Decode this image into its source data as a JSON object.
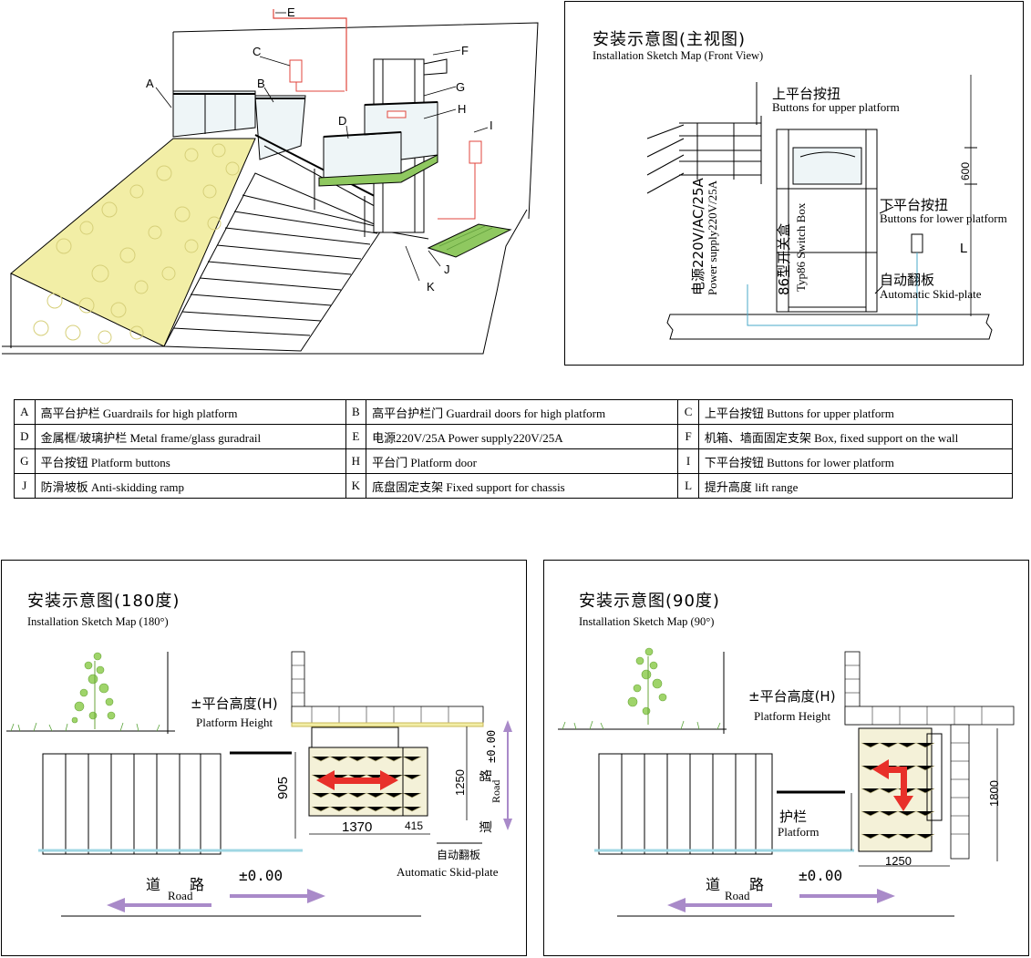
{
  "iso_labels": [
    "A",
    "B",
    "C",
    "D",
    "E",
    "F",
    "G",
    "H",
    "I",
    "J",
    "K"
  ],
  "front_view": {
    "title_cn": "安装示意图(主视图)",
    "title_en": "Installation Sketch Map (Front View)",
    "upper_cn": "上平台按扭",
    "upper_en": "Buttons for upper platform",
    "lower_cn": "下平台按扭",
    "lower_en": "Buttons for lower platform",
    "skid_cn": "自动翻板",
    "skid_en": "Automatic Skid-plate",
    "power_cn": "电源220V/AC/25A",
    "power_en": "Power supply220V/25A",
    "switch_cn": "86型开关盒",
    "switch_en": "Typ86 Switch Box",
    "dim_600": "600",
    "dim_L": "L"
  },
  "legend": [
    [
      {
        "k": "A",
        "v": "高平台护栏 Guardrails for high platform"
      },
      {
        "k": "B",
        "v": "高平台护栏门 Guardrail doors for high platform"
      },
      {
        "k": "C",
        "v": "上平台按钮 Buttons for upper platform"
      }
    ],
    [
      {
        "k": "D",
        "v": "金属框/玻璃护栏 Metal frame/glass guradrail"
      },
      {
        "k": "E",
        "v": "电源220V/25A Power supply220V/25A"
      },
      {
        "k": "F",
        "v": "机箱、墙面固定支架 Box, fixed support on the wall"
      }
    ],
    [
      {
        "k": "G",
        "v": "平台按钮 Platform buttons"
      },
      {
        "k": "H",
        "v": "平台门 Platform door"
      },
      {
        "k": "I",
        "v": "下平台按钮 Buttons for lower platform"
      }
    ],
    [
      {
        "k": "J",
        "v": "防滑坡板 Anti-skidding ramp"
      },
      {
        "k": "K",
        "v": "底盘固定支架 Fixed support for chassis"
      },
      {
        "k": "L",
        "v": "提升高度  lift range"
      }
    ]
  ],
  "view180": {
    "title_cn": "安装示意图(180度)",
    "title_en": "Installation Sketch Map (180°)",
    "height_cn": "平台高度(H)",
    "height_pm": "±",
    "height_en": "Platform Height",
    "dim_905": "905",
    "dim_1250": "1250",
    "dim_1370": "1370",
    "dim_415": "415",
    "road_cn": "路",
    "road_pm": "±0.00",
    "road_cn2": "道",
    "road_en": "Road",
    "skid_cn": "自动翻板",
    "skid_en": "Automatic Skid-plate",
    "bottom_road_cn": "道　　路",
    "bottom_road_en": "Road",
    "bottom_zero": "±0.00"
  },
  "view90": {
    "title_cn": "安装示意图(90度)",
    "title_en": "Installation Sketch Map (90°)",
    "height_cn": "平台高度(H)",
    "height_pm": "±",
    "height_en": "Platform Height",
    "guard_cn": "护栏",
    "guard_en": "Platform",
    "dim_1800": "1800",
    "dim_1250": "1250",
    "bottom_road_cn": "道　　路",
    "bottom_road_en": "Road",
    "bottom_zero": "±0.00"
  },
  "colors": {
    "arrow_red": "#e8302a",
    "road_arrow": "#a98ac9",
    "guard_green": "#8fc860",
    "pebble": "#f2eea6",
    "wire": "#e0463c"
  }
}
